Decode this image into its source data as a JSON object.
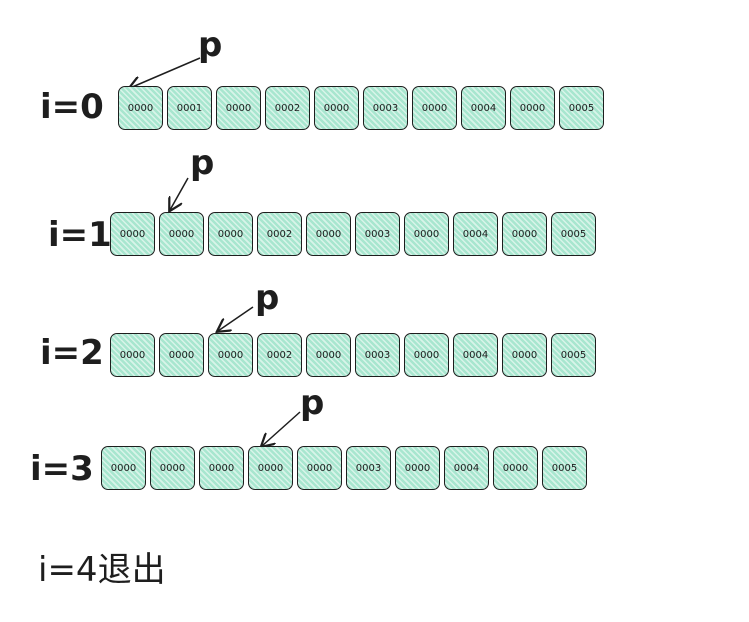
{
  "rows": [
    {
      "label": "i=0",
      "pointer_label": "p",
      "pointed_cell": 0,
      "cells": [
        "0000",
        "0001",
        "0000",
        "0002",
        "0000",
        "0003",
        "0000",
        "0004",
        "0000",
        "0005"
      ]
    },
    {
      "label": "i=1",
      "pointer_label": "p",
      "pointed_cell": 1,
      "cells": [
        "0000",
        "0000",
        "0000",
        "0002",
        "0000",
        "0003",
        "0000",
        "0004",
        "0000",
        "0005"
      ]
    },
    {
      "label": "i=2",
      "pointer_label": "p",
      "pointed_cell": 2,
      "cells": [
        "0000",
        "0000",
        "0000",
        "0002",
        "0000",
        "0003",
        "0000",
        "0004",
        "0000",
        "0005"
      ]
    },
    {
      "label": "i=3",
      "pointer_label": "p",
      "pointed_cell": 3,
      "cells": [
        "0000",
        "0000",
        "0000",
        "0000",
        "0000",
        "0003",
        "0000",
        "0004",
        "0000",
        "0005"
      ]
    }
  ],
  "exit_label": "i=4退出",
  "colors": {
    "cell_fill": "#a8e6cf",
    "stroke": "#1e1e1e"
  }
}
